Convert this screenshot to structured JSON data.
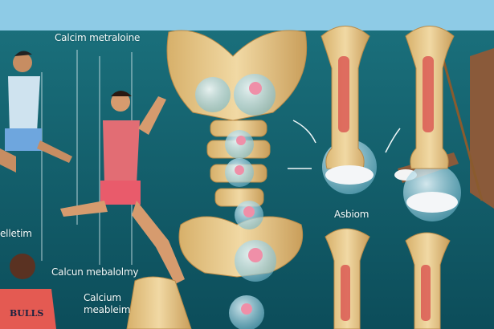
{
  "illustration": {
    "labels": {
      "top": "Calcim metraloine",
      "left": "elletim",
      "middle": "Calcun mebalolmy",
      "lower": "Calcium meableim",
      "right": "Asbiom"
    },
    "jersey_text": "BULLS",
    "colors": {
      "sky": "#8ecbe6",
      "background": "#0f5d68",
      "bone": "#e7c98a",
      "marrow": "#d9534f"
    }
  }
}
